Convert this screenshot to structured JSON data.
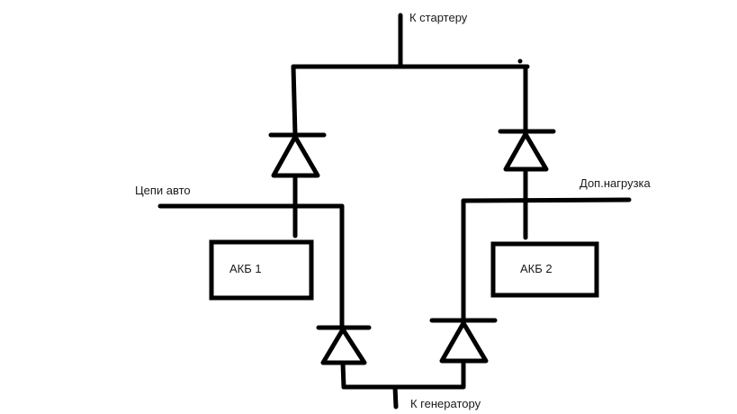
{
  "diagram": {
    "title": "",
    "colors": {
      "line": "#000000",
      "text": "#1a1a1a",
      "background": "#ffffff"
    },
    "labels": {
      "starter": "К стартеру",
      "car_circuits": "Цепи авто",
      "extra_load": "Доп.нагрузка",
      "battery1": "АКБ 1",
      "battery2": "АКБ 2",
      "generator": "К генератору"
    },
    "components": [
      {
        "id": "diode-top-left",
        "type": "diode",
        "direction": "up"
      },
      {
        "id": "diode-top-right",
        "type": "diode",
        "direction": "up"
      },
      {
        "id": "diode-bottom-left",
        "type": "diode",
        "direction": "up"
      },
      {
        "id": "diode-bottom-right",
        "type": "diode",
        "direction": "up"
      },
      {
        "id": "battery-1",
        "type": "battery",
        "label_ref": "battery1"
      },
      {
        "id": "battery-2",
        "type": "battery",
        "label_ref": "battery2"
      }
    ]
  }
}
